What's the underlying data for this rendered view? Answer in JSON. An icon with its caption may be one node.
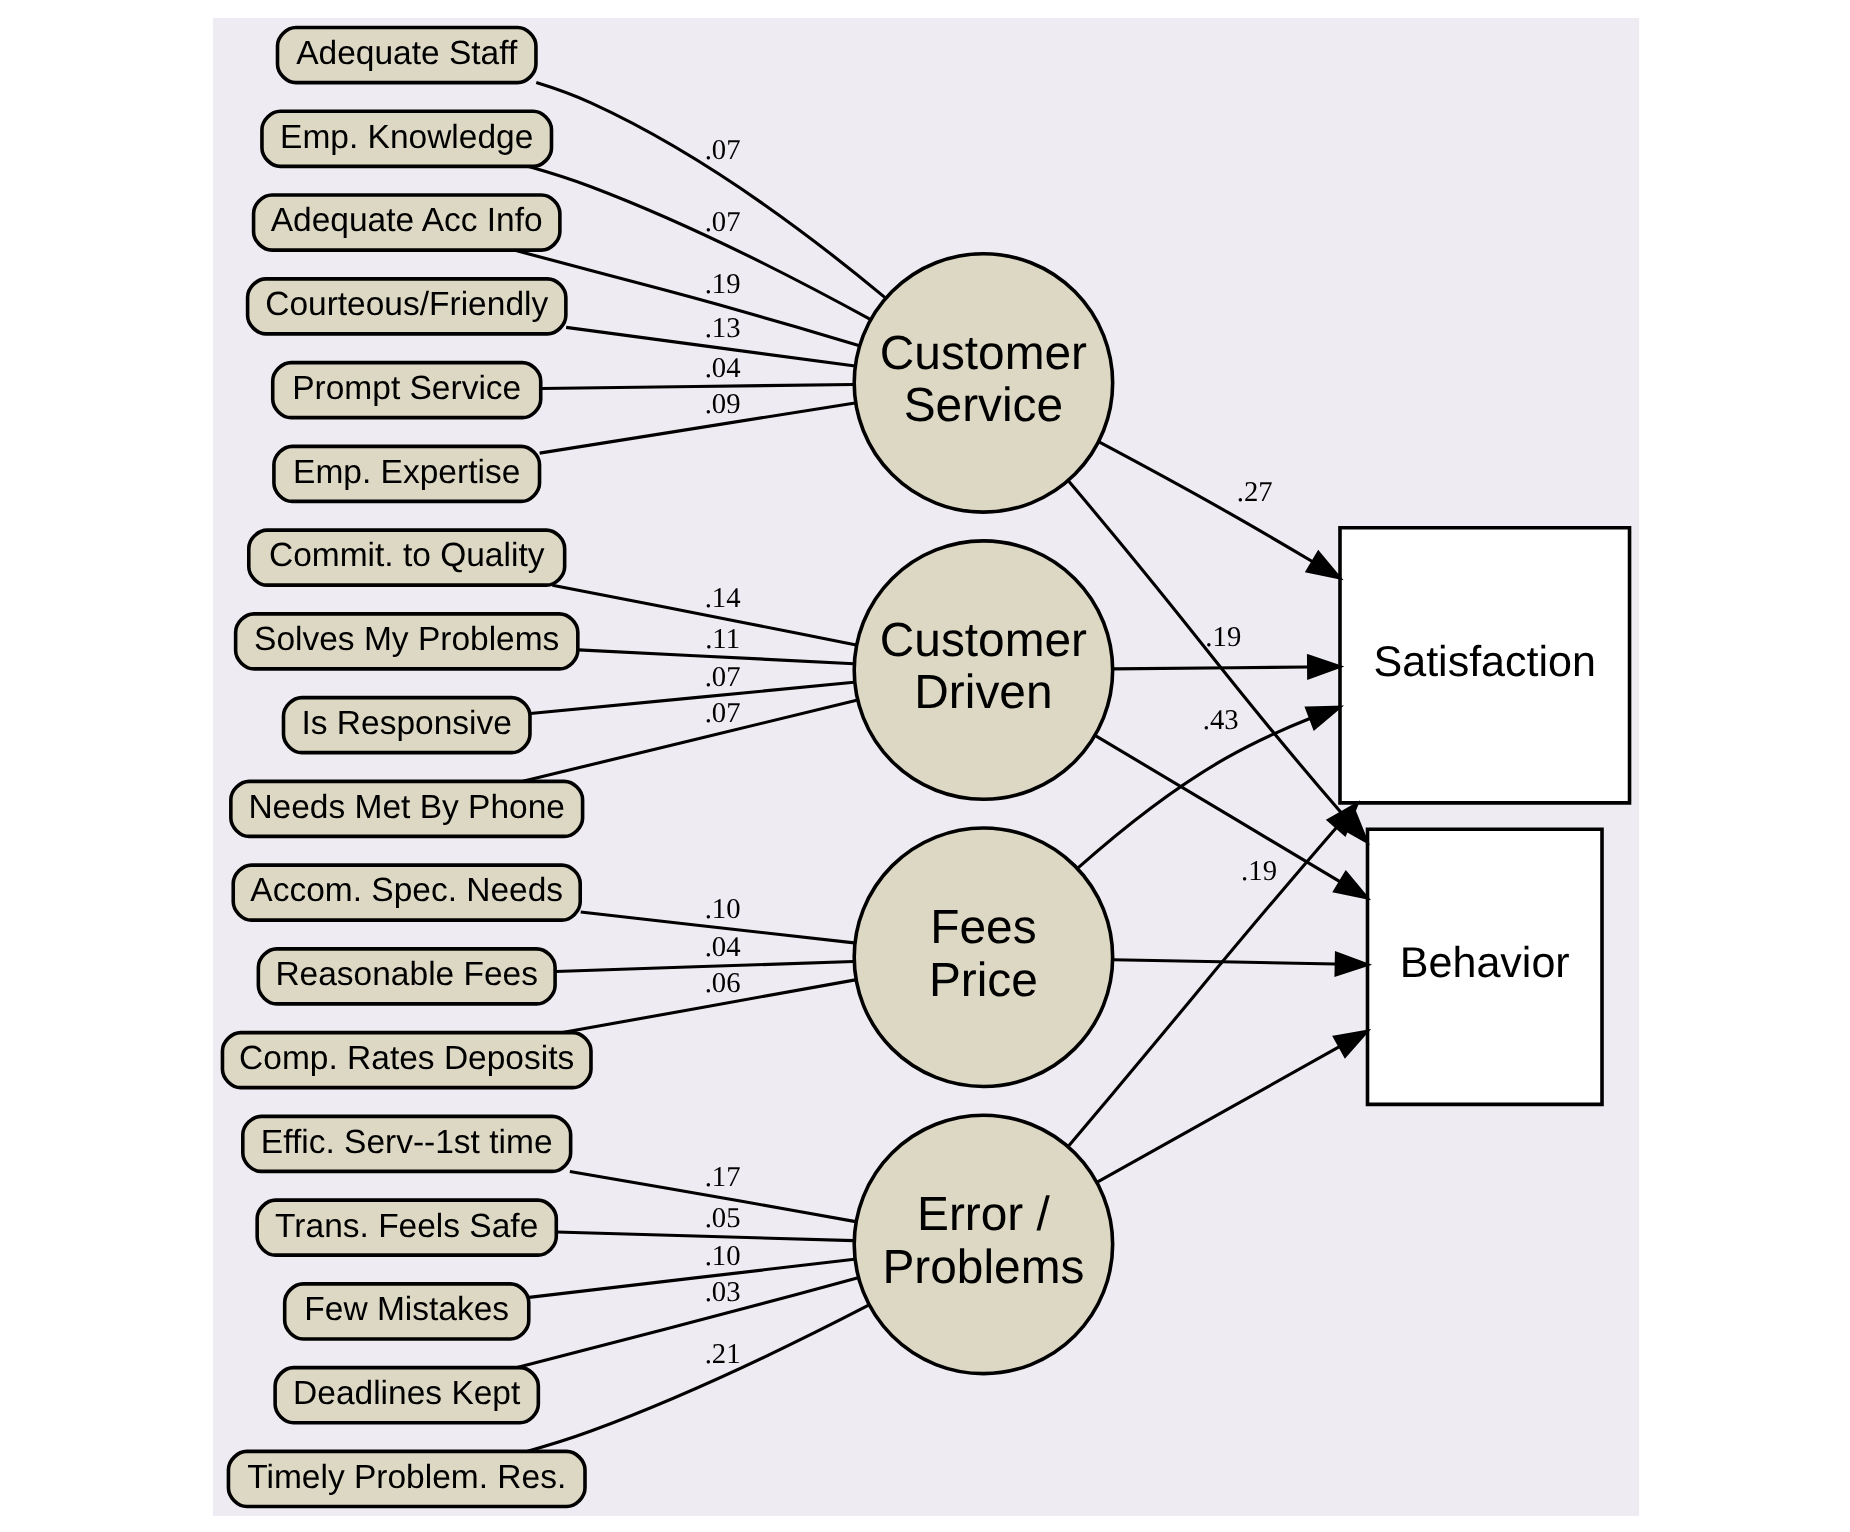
{
  "diagram": {
    "nodes": [
      {
        "text": [
          "Adequate Staff"
        ]
      },
      {
        "text": [
          "Emp. Knowledge"
        ]
      },
      {
        "text": [
          "Adequate Acc Info"
        ]
      },
      {
        "text": [
          "Courteous/Friendly"
        ]
      },
      {
        "text": [
          "Prompt Service"
        ]
      },
      {
        "text": [
          "Emp. Expertise"
        ]
      },
      {
        "text": [
          "Commit. to Quality"
        ]
      },
      {
        "text": [
          "Solves My Problems"
        ]
      },
      {
        "text": [
          "Is Responsive"
        ]
      },
      {
        "text": [
          "Needs Met By Phone"
        ]
      },
      {
        "text": [
          "Accom. Spec. Needs"
        ]
      },
      {
        "text": [
          "Reasonable Fees"
        ]
      },
      {
        "text": [
          "Comp. Rates Deposits"
        ]
      },
      {
        "text": [
          "Effic. Serv--1st time"
        ]
      },
      {
        "text": [
          "Trans. Feels Safe"
        ]
      },
      {
        "text": [
          "Few Mistakes"
        ]
      },
      {
        "text": [
          "Deadlines Kept"
        ]
      },
      {
        "text": [
          "Timely Problem. Res."
        ]
      },
      {
        "text": [
          "Customer Service"
        ]
      },
      {
        "text": [
          "Customer Driven"
        ]
      },
      {
        "text": [
          "Fees Price"
        ]
      },
      {
        "text": [
          "Error / Problems"
        ]
      },
      {
        "text": [
          "Satisfaction"
        ]
      },
      {
        "text": [
          "Behavior"
        ]
      }
    ],
    "edges": [
      {
        "from": 0,
        "to": 18,
        "arrow": "none",
        "label": ".07"
      },
      {
        "from": 1,
        "to": 18,
        "arrow": "none",
        "label": ".07"
      },
      {
        "from": 2,
        "to": 18,
        "arrow": "none",
        "label": ".19"
      },
      {
        "from": 3,
        "to": 18,
        "arrow": "none",
        "label": ".13"
      },
      {
        "from": 4,
        "to": 18,
        "arrow": "none",
        "label": ".04"
      },
      {
        "from": 5,
        "to": 18,
        "arrow": "none",
        "label": ".09"
      },
      {
        "from": 6,
        "to": 19,
        "arrow": "none",
        "label": ".14"
      },
      {
        "from": 7,
        "to": 19,
        "arrow": "none",
        "label": ".11"
      },
      {
        "from": 8,
        "to": 19,
        "arrow": "none",
        "label": ".07"
      },
      {
        "from": 9,
        "to": 19,
        "arrow": "none",
        "label": ".07"
      },
      {
        "from": 10,
        "to": 20,
        "arrow": "none",
        "label": ".10"
      },
      {
        "from": 11,
        "to": 20,
        "arrow": "none",
        "label": ".04"
      },
      {
        "from": 12,
        "to": 20,
        "arrow": "none",
        "label": ".06"
      },
      {
        "from": 13,
        "to": 21,
        "arrow": "none",
        "label": ".17"
      },
      {
        "from": 14,
        "to": 21,
        "arrow": "none",
        "label": ".05"
      },
      {
        "from": 15,
        "to": 21,
        "arrow": "none",
        "label": ".10"
      },
      {
        "from": 16,
        "to": 21,
        "arrow": "none",
        "label": ".03"
      },
      {
        "from": 17,
        "to": 21,
        "arrow": "none",
        "label": ".21"
      },
      {
        "from": 18,
        "to": 22,
        "arrow": "to",
        "label": ".27"
      },
      {
        "from": 18,
        "to": 23,
        "arrow": "to"
      },
      {
        "from": 19,
        "to": 22,
        "arrow": "to",
        "label": ".19"
      },
      {
        "from": 19,
        "to": 23,
        "arrow": "to"
      },
      {
        "from": 20,
        "to": 22,
        "arrow": "to",
        "label": ".43"
      },
      {
        "from": 20,
        "to": 23,
        "arrow": "to"
      },
      {
        "from": 21,
        "to": 22,
        "arrow": "to",
        "label": ".19"
      },
      {
        "from": 21,
        "to": 23,
        "arrow": "to"
      }
    ]
  }
}
